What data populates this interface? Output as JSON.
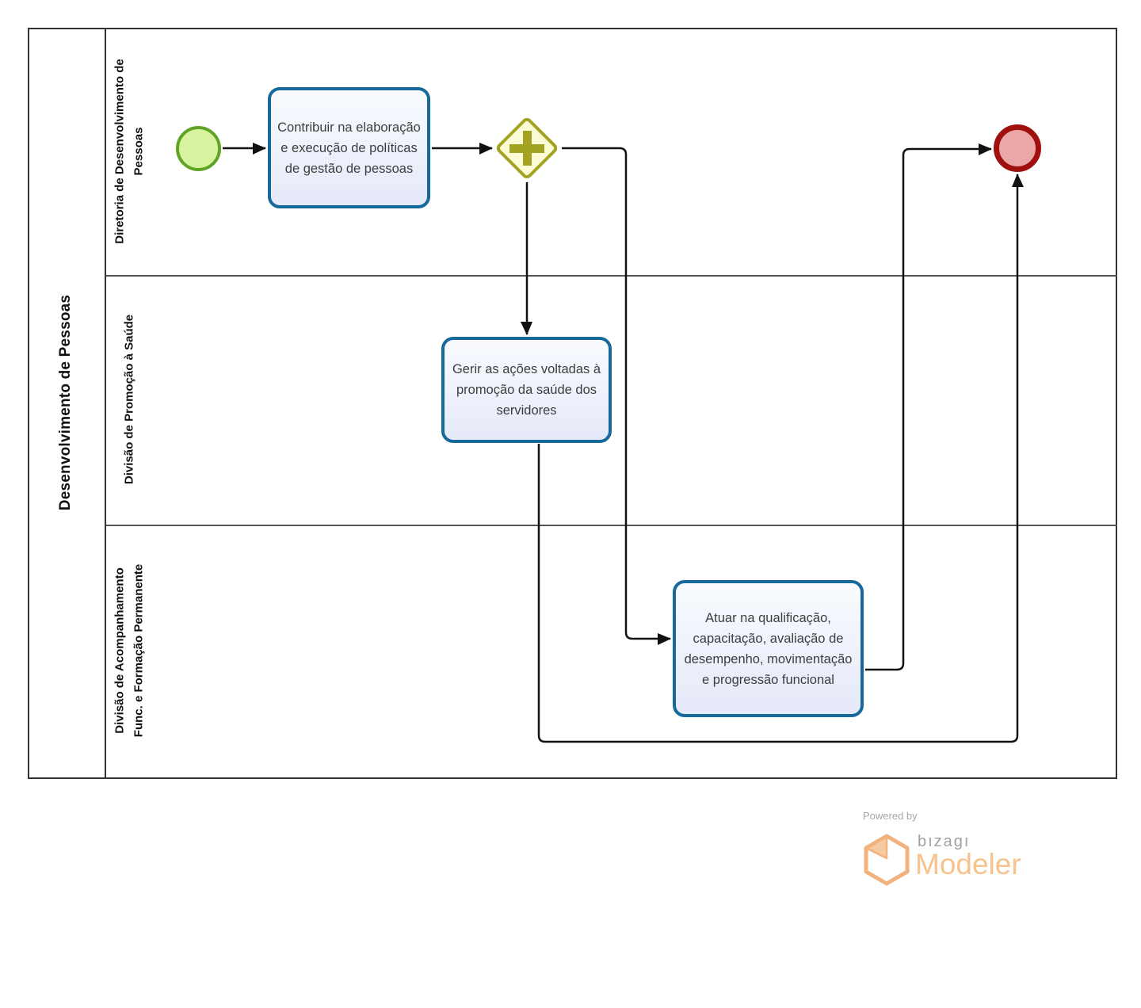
{
  "pool": {
    "title": "Desenvolvimento de Pessoas",
    "lanes": [
      {
        "label": "Diretoria de Desenvolvimento de Pessoas"
      },
      {
        "label": "Divisão de Promoção à Saúde"
      },
      {
        "label": "Divisão de Acompanhamento Func. e Formação Permanente"
      }
    ]
  },
  "nodes": {
    "start_event": {
      "type": "start-event"
    },
    "task1": {
      "label": "Contribuir na elaboração e execução de políticas de gestão de pessoas"
    },
    "gateway": {
      "type": "parallel-gateway",
      "icon": "plus-icon"
    },
    "task2": {
      "label": "Gerir as ações voltadas à promoção da saúde dos servidores"
    },
    "task3": {
      "label": "Atuar na qualificação, capacitação, avaliação de desempenho, movimentação e progressão funcional"
    },
    "end_event": {
      "type": "end-event"
    }
  },
  "branding": {
    "powered_by": "Powered by",
    "brand": "bızagı",
    "product": "Modeler"
  },
  "colors": {
    "pool_border": "#333333",
    "lane_line": "#555555",
    "task_border": "#15699b",
    "task_fill_top": "#f9fbff",
    "task_fill_bottom": "#e5e9f8",
    "start_border": "#60a425",
    "start_fill": "#d8f3a0",
    "end_border": "#a01010",
    "end_fill": "#eba6a6",
    "gateway_border": "#a2a322",
    "gateway_fill": "#fbfbd5",
    "gateway_symbol": "#a2a322",
    "flow": "#111111",
    "brand_orange": "#f8c28c",
    "brand_gray": "#a0a0a0",
    "logo_text_gray": "#a8a8a8"
  }
}
